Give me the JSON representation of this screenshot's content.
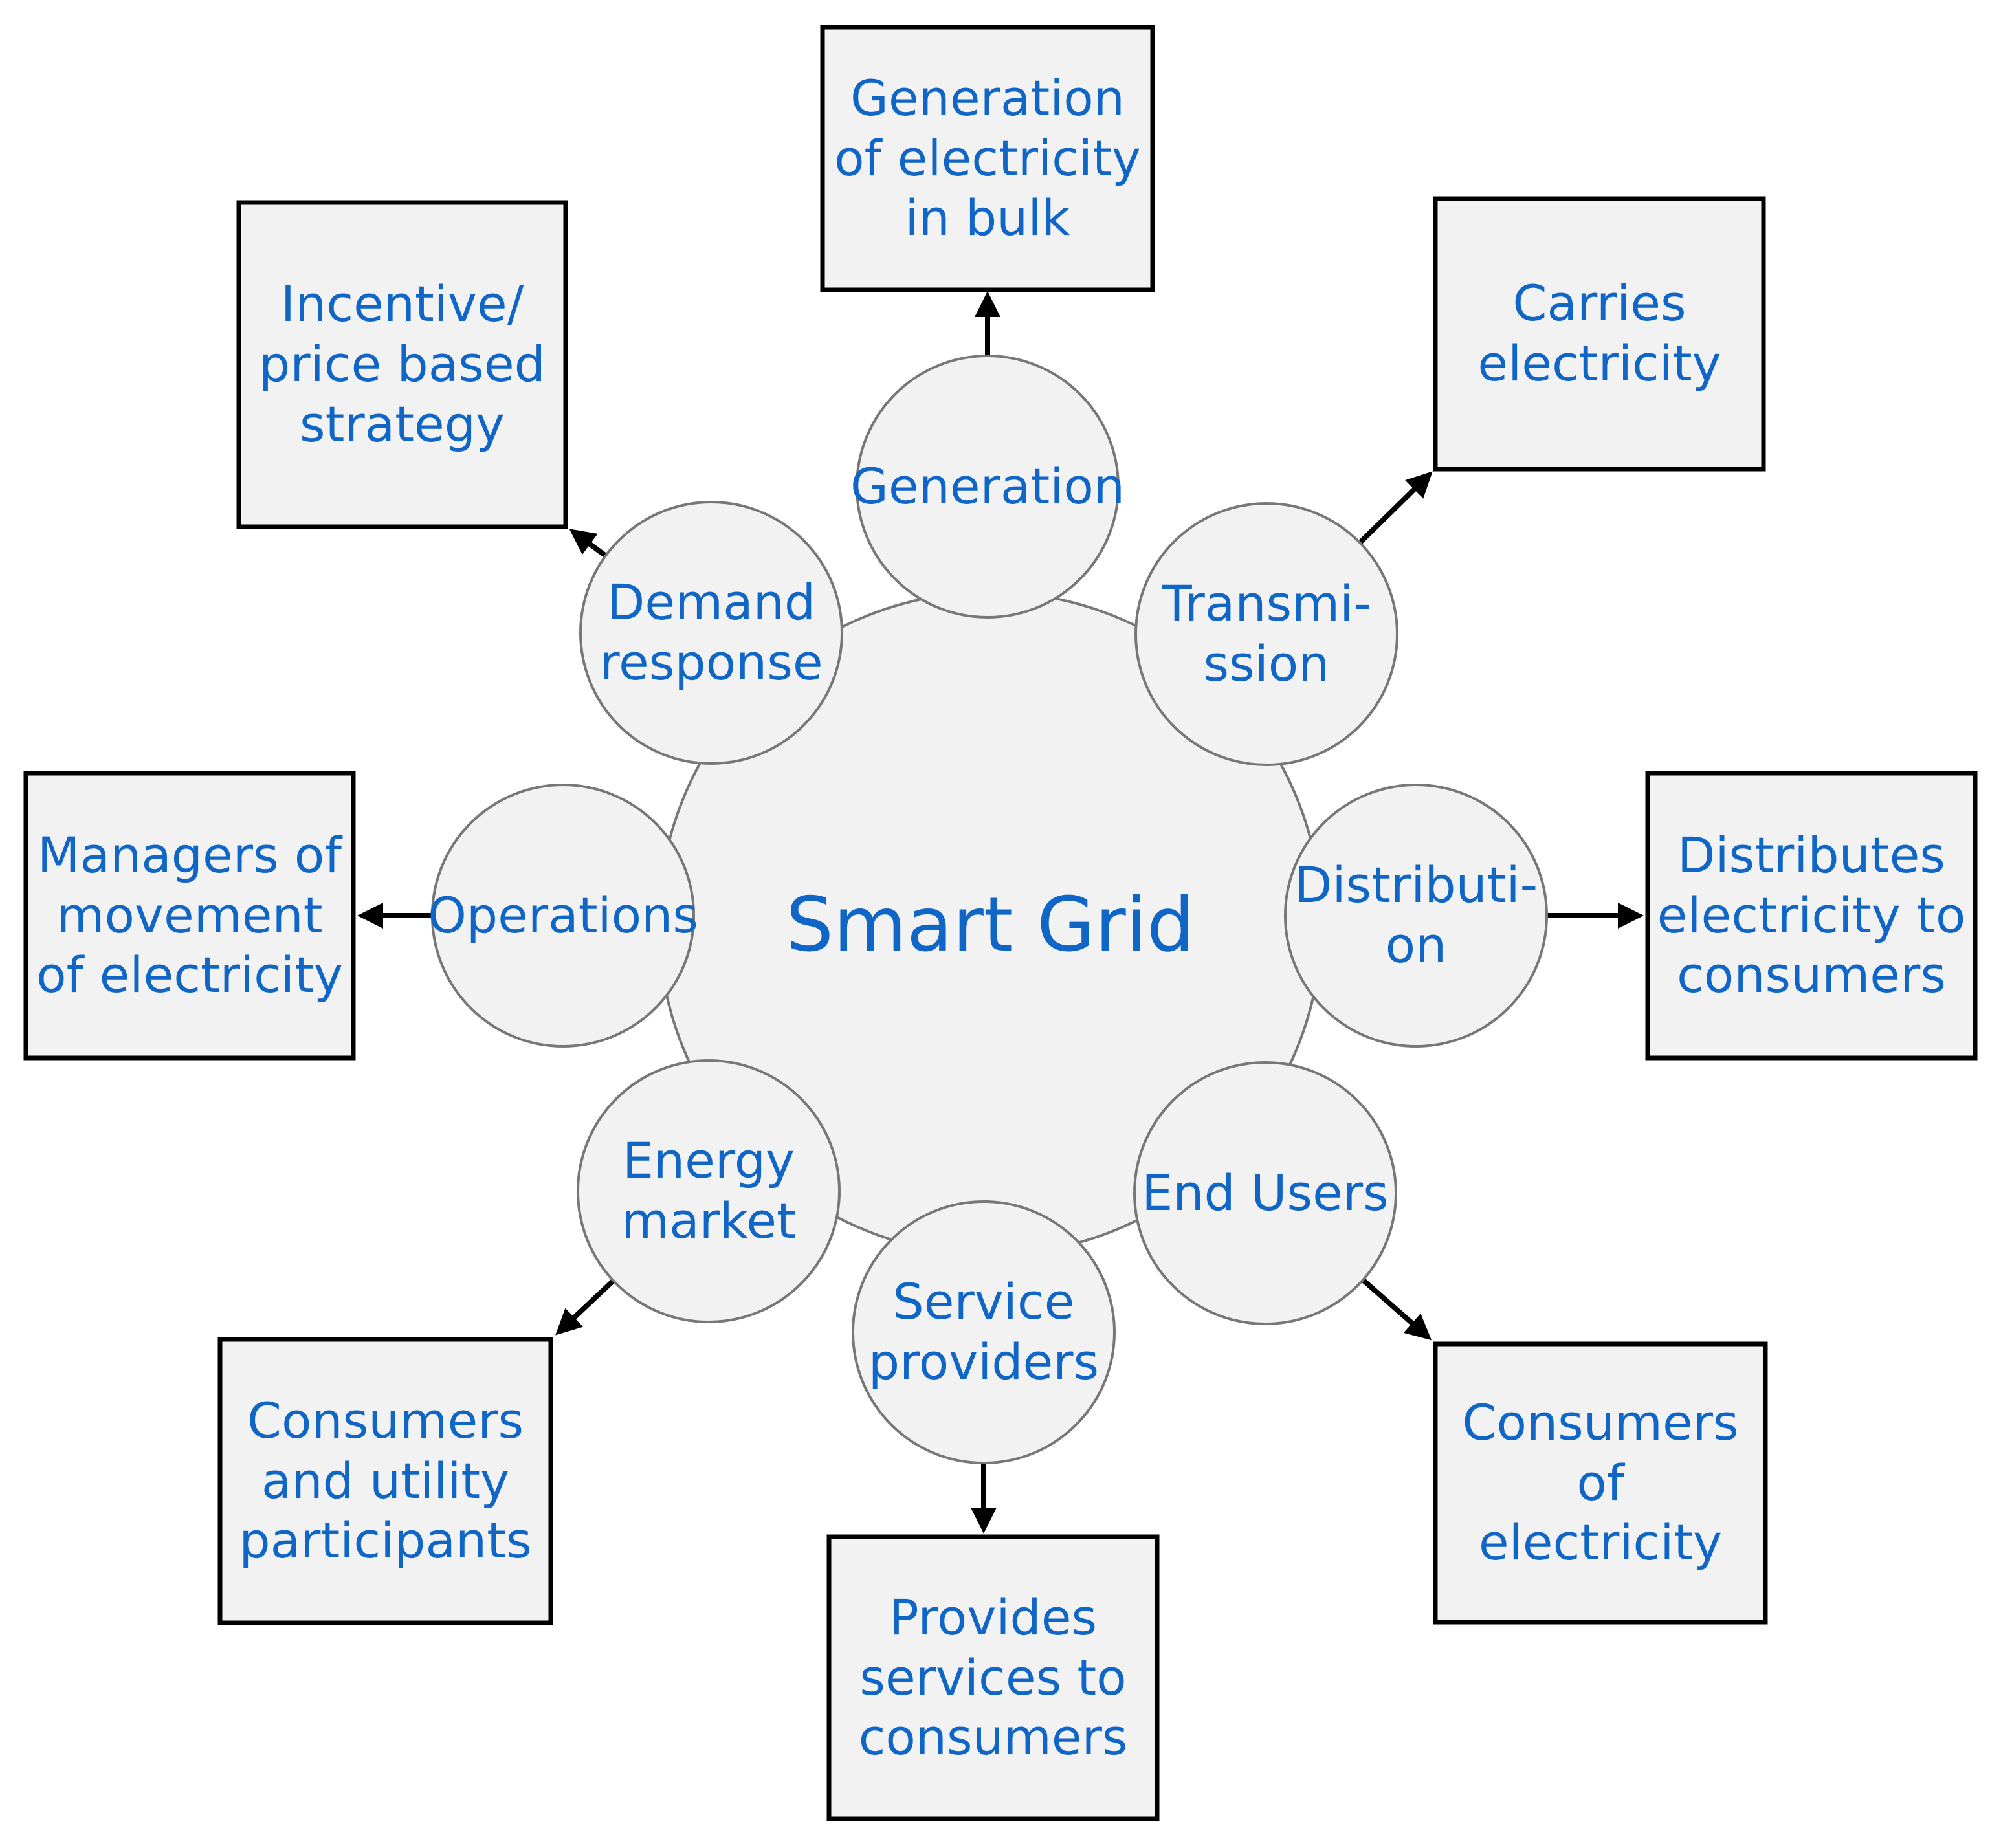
{
  "diagram": {
    "center_label": "Smart Grid",
    "colors": {
      "text_blue": "#1066c6",
      "node_fill": "#f2f2f2",
      "circle_stroke": "#777777",
      "box_stroke": "#000000",
      "arrow": "#000000",
      "background": "#ffffff"
    },
    "nodes": [
      {
        "id": "generation",
        "label": "Generation",
        "description": "Generation\nof electricity\nin bulk"
      },
      {
        "id": "transmission",
        "label": "Transmi-\nssion",
        "description": "Carries\nelectricity"
      },
      {
        "id": "distribution",
        "label": "Distributi-\non",
        "description": "Distributes\nelectricity to\nconsumers"
      },
      {
        "id": "end-users",
        "label": "End Users",
        "description": "Consumers\nof\nelectricity"
      },
      {
        "id": "service-providers",
        "label": "Service\nproviders",
        "description": "Provides\nservices to\nconsumers"
      },
      {
        "id": "energy-market",
        "label": "Energy\nmarket",
        "description": "Consumers\nand utility\nparticipants"
      },
      {
        "id": "operations",
        "label": "Operations",
        "description": "Managers of\nmovement\nof electricity"
      },
      {
        "id": "demand-response",
        "label": "Demand\nresponse",
        "description": "Incentive/\nprice based\nstrategy"
      }
    ]
  }
}
